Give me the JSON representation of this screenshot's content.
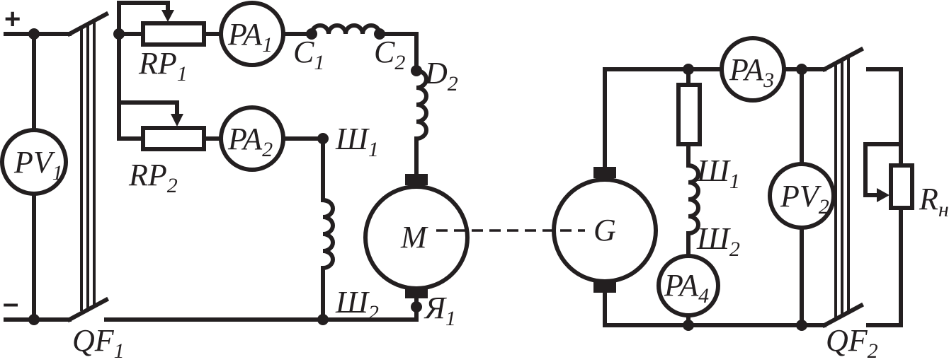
{
  "signs": {
    "plus": "+",
    "minus": "–"
  },
  "meters": {
    "pv1": {
      "base": "PV",
      "sub": "1"
    },
    "pa1": {
      "base": "PA",
      "sub": "1"
    },
    "pa2": {
      "base": "PA",
      "sub": "2"
    },
    "pa3": {
      "base": "PA",
      "sub": "3"
    },
    "pa4": {
      "base": "PA",
      "sub": "4"
    },
    "pv2": {
      "base": "PV",
      "sub": "2"
    }
  },
  "rheostats": {
    "rp1": {
      "base": "RP",
      "sub": "1"
    },
    "rp2": {
      "base": "RP",
      "sub": "2"
    },
    "rn": {
      "base": "R",
      "sub": "н"
    }
  },
  "breakers": {
    "qf1": {
      "base": "QF",
      "sub": "1"
    },
    "qf2": {
      "base": "QF",
      "sub": "2"
    }
  },
  "terminals": {
    "c1": {
      "base": "C",
      "sub": "1"
    },
    "c2": {
      "base": "C",
      "sub": "2"
    },
    "d2": {
      "base": "D",
      "sub": "2"
    },
    "sh1": {
      "base": "Ш",
      "sub": "1"
    },
    "sh2": {
      "base": "Ш",
      "sub": "2"
    },
    "ya1": {
      "base": "Я",
      "sub": "1"
    },
    "g_sh1": {
      "base": "Ш",
      "sub": "1"
    },
    "g_sh2": {
      "base": "Ш",
      "sub": "2"
    }
  },
  "machines": {
    "motor": "M",
    "generator": "G"
  }
}
